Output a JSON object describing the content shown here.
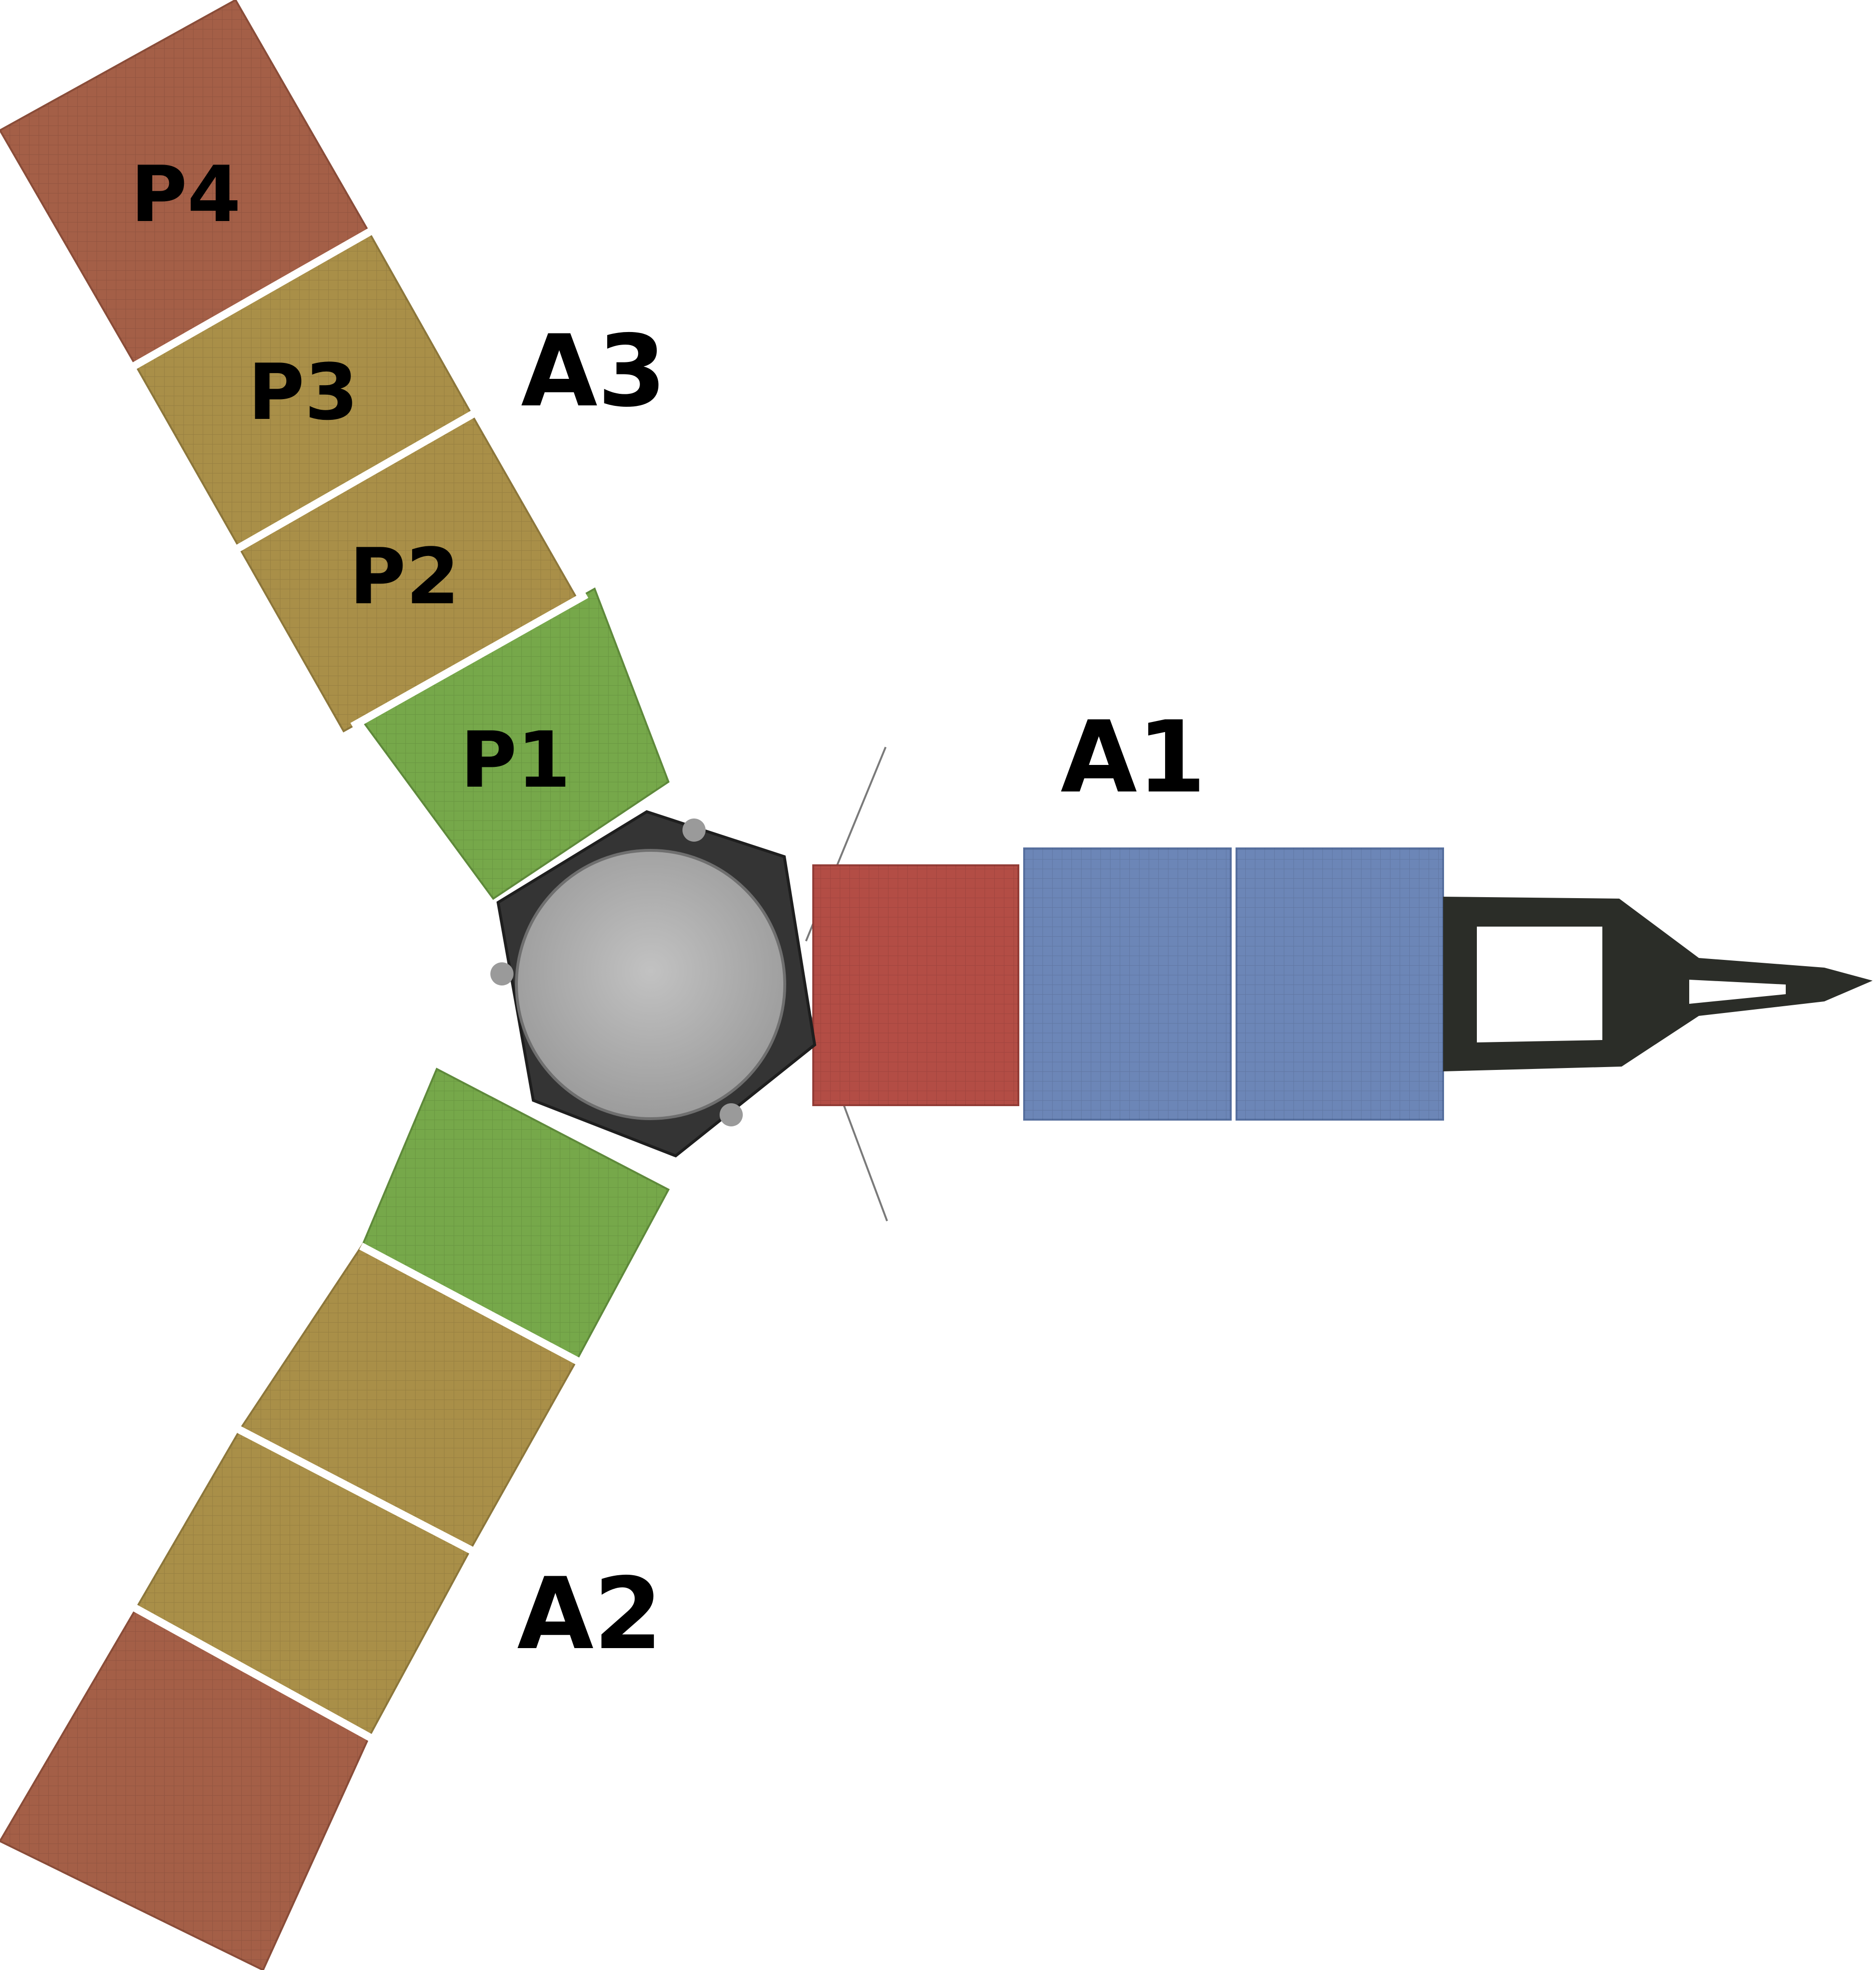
{
  "labels": {
    "arrays": {
      "a1": "A1",
      "a2": "A2",
      "a3": "A3"
    },
    "panels": {
      "p1": "P1",
      "p2": "P2",
      "p3": "P3",
      "p4": "P4"
    }
  },
  "colors": {
    "background": "#ffffff",
    "panel_p1": "#76a84a",
    "panel_p2_p3": "#a98f48",
    "panel_p4": "#a45f47",
    "a1_inner_panel": "#b34d45",
    "a1_outer_panels": "#6c86b7",
    "spacecraft_body": "#343434",
    "spacecraft_dish": "#b5b5b5",
    "magnetometer_boom": "#2b2d28"
  }
}
